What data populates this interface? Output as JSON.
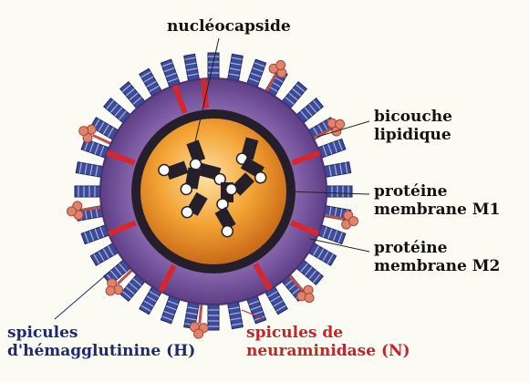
{
  "labels": {
    "nucleocapside": "nucléocapside",
    "bicouche_line1": "bicouche",
    "bicouche_line2": "lipidique",
    "m1_line1": "protéine",
    "m1_line2": "membrane M1",
    "m2_line1": "protéine",
    "m2_line2": "membrane M2",
    "ha_line1": "spicules",
    "ha_line2": "d'hémagglutinine (H)",
    "na_line1": "spicules de",
    "na_line2": "neuraminidase (N)"
  },
  "colors": {
    "background": "#fbfaf3",
    "envelope": "#7a5a9e",
    "matrix_layer": "#241f2a",
    "core": "#f3a334",
    "hemagglutinin_spike": "#3c4c9a",
    "m2_protein": "#d8262a",
    "neuraminidase_spike": "#e2826a",
    "label_default": "#111111",
    "label_ha": "#1f2a6e",
    "label_na": "#c3242a"
  }
}
